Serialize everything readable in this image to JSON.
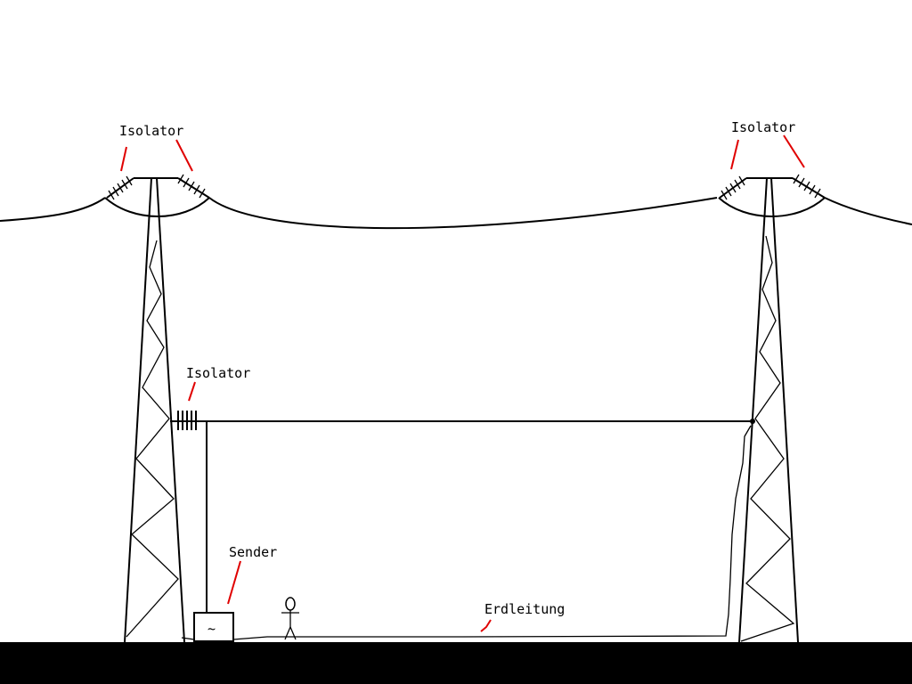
{
  "labels": {
    "isolator_left_top": "Isolator",
    "isolator_right_top": "Isolator",
    "isolator_middle": "Isolator",
    "sender": "Sender",
    "sender_symbol": "~",
    "erdleitung": "Erdleitung"
  },
  "colors": {
    "background": "#ffffff",
    "ink": "#000000",
    "pointer": "#e00000",
    "ground": "#000000"
  }
}
